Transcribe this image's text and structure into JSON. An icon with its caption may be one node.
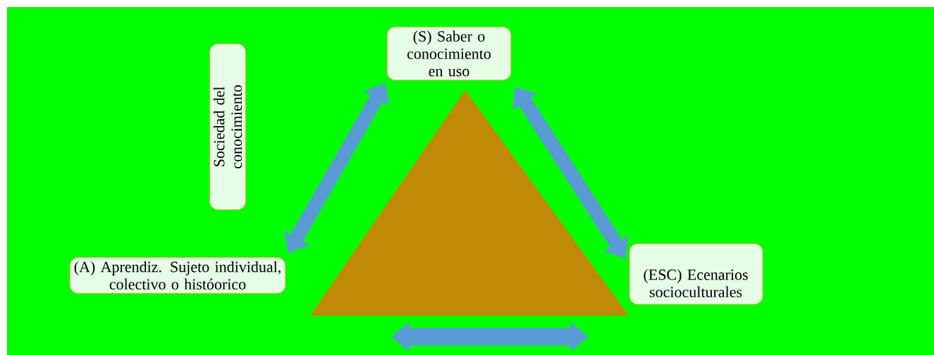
{
  "diagram": {
    "nodes": [
      {
        "text": [
          "(S) Saber o conocimiento en uso"
        ]
      },
      {
        "text": [
          "Sociedad del conocimiento"
        ]
      },
      {
        "text": [
          "(A) Aprendiz. Sujeto individual, colectivo o históorico"
        ]
      },
      {
        "text": [
          "(ESC) Ecenarios socioculturales"
        ]
      },
      {
        "text": [],
        "shape": "triangle"
      }
    ],
    "edges": [
      {
        "from": 2,
        "to": 0,
        "arrow": "both"
      },
      {
        "from": 0,
        "to": 3,
        "arrow": "both"
      }
    ]
  }
}
